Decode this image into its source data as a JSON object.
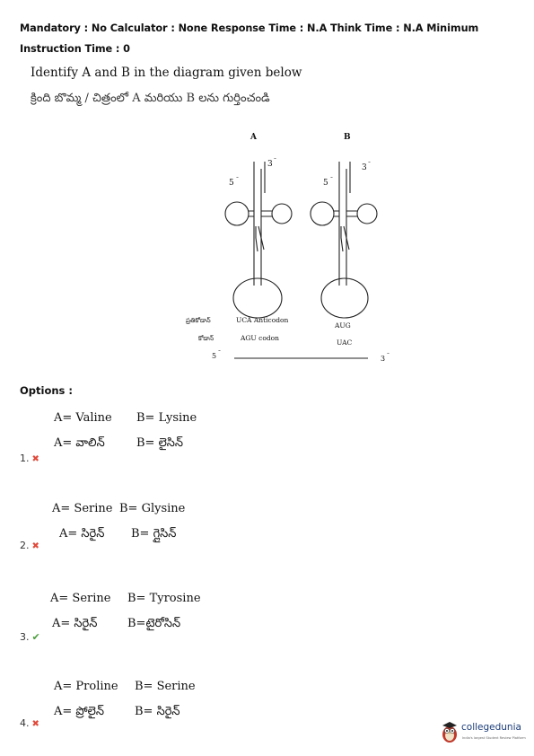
{
  "header": {
    "meta_line": "Mandatory : No Calculator : None Response Time : N.A Think Time : N.A Minimum Instruction Time : 0"
  },
  "question": {
    "english": "Identify A and B in the diagram given below",
    "telugu": "క్రింది బొమ్మ / చిత్రంలో A మరియు B లను గుర్తించండి"
  },
  "diagram": {
    "label_a": "A",
    "label_b": "B",
    "five_prime": "5",
    "three_prime": "3",
    "anticodon_te": "ప్రతికోడాన్",
    "anticodon_en": "UCA Anticodon",
    "codon_te": "కోడాన్",
    "codon_en": "AGU codon",
    "aug": "AUG",
    "uac": "UAC"
  },
  "options_title": "Options :",
  "options": [
    {
      "number": "1.",
      "a_en": "A= Valine",
      "b_en": "B= Lysine",
      "a_te": "A= వాలిన్",
      "b_te": "B= లైసిన్",
      "mark": "✖"
    },
    {
      "number": "2.",
      "a_en": "A= Serine",
      "b_en": "B= Glysine",
      "a_te": "A= సిరైన్",
      "b_te": "B= గ్లైసిన్",
      "mark": "✖"
    },
    {
      "number": "3.",
      "a_en": "A= Serine",
      "b_en": "B= Tyrosine",
      "a_te": "A= సిరైన్",
      "b_te": "B=టైరోసిన్",
      "mark": "✔"
    },
    {
      "number": "4.",
      "a_en": "A= Proline",
      "b_en": "B= Serine",
      "a_te": "A= ప్రోలైన్",
      "b_te": "B= సిరైన్",
      "mark": "✖"
    }
  ],
  "logo": {
    "brand": "collegedunia",
    "tagline": "India's largest Student Review Platform",
    "icon": "owl-mascot-icon"
  },
  "colors": {
    "wrong": "#e04a3a",
    "correct": "#4a9e3c",
    "brand": "#1b3d7a"
  }
}
